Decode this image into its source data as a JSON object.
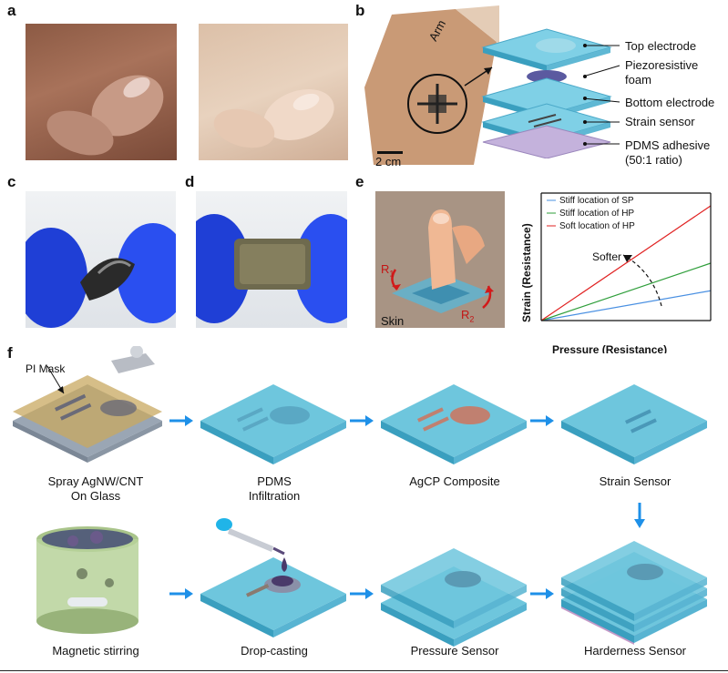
{
  "panels": {
    "a": "a",
    "b": "b",
    "c": "c",
    "d": "d",
    "e": "e",
    "f": "f"
  },
  "panel_b": {
    "arm_label": "Arm",
    "scale_bar": "2 cm",
    "layers": [
      "Top electrode",
      "Piezoresistive",
      "foam",
      "Bottom electrode",
      "Strain sensor",
      "PDMS adhesive",
      "(50:1 ratio)"
    ]
  },
  "panel_e": {
    "r1": "R1",
    "r2": "R2",
    "skin": "Skin",
    "chart_data": {
      "type": "line",
      "xlabel": "Pressure (Resistance)",
      "ylabel": "Strain (Resistance)",
      "series": [
        {
          "name": "Stiff location of SP",
          "color": "#4a90e2",
          "slope": 0.26
        },
        {
          "name": "Stiff location of HP",
          "color": "#2e9e3a",
          "slope": 0.5
        },
        {
          "name": "Soft location of HP",
          "color": "#e02020",
          "slope": 1.0
        }
      ],
      "annotation": "Softer",
      "axes_ticks": false
    }
  },
  "panel_f": {
    "pi_mask": "PI Mask",
    "steps_top": [
      "Spray AgNW/CNT\nOn Glass",
      "PDMS\nInfiltration",
      "AgCP Composite",
      "Strain Sensor"
    ],
    "steps_bottom": [
      "Magnetic stirring",
      "Drop-casting",
      "Pressure Sensor",
      "Harderness Sensor"
    ]
  },
  "colors": {
    "arrow_blue": "#1e90e8",
    "slab_top": "#6ec6dd",
    "slab_side": "#3a9fbf",
    "mask": "#c8a860"
  }
}
